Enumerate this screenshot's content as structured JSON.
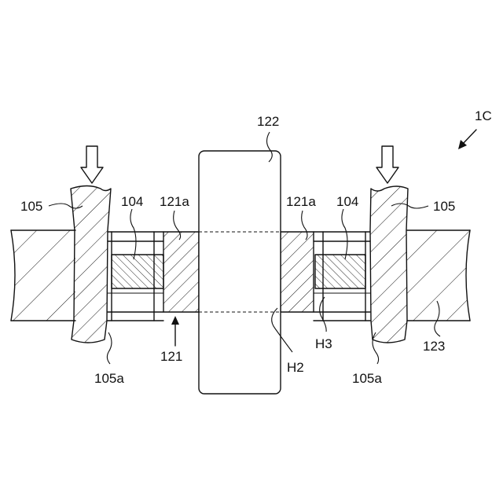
{
  "figure_id": "1C",
  "labels": {
    "l122": "122",
    "l105_left": "105",
    "l104_left": "104",
    "l121a_left": "121a",
    "l121a_right": "121a",
    "l104_right": "104",
    "l105_right": "105",
    "l105a_left": "105a",
    "l121": "121",
    "lH2": "H2",
    "lH3": "H3",
    "l105a_right": "105a",
    "l123": "123"
  },
  "colors": {
    "line": "#111111",
    "background": "#ffffff"
  }
}
